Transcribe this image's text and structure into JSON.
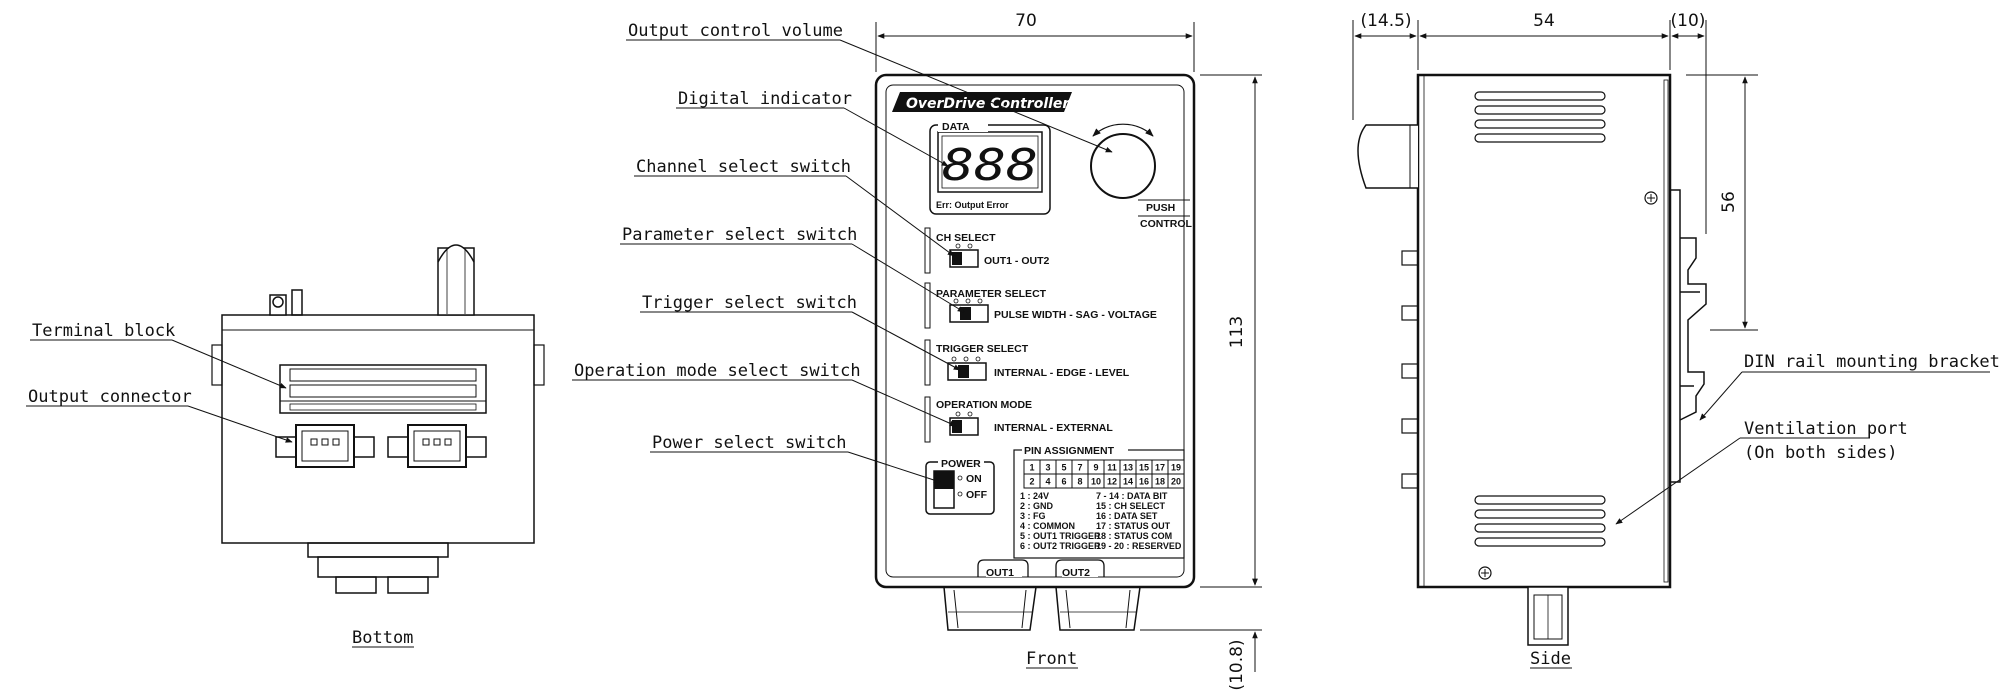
{
  "views": {
    "bottom": "Bottom",
    "front": "Front",
    "side": "Side"
  },
  "callouts": {
    "terminal_block": "Terminal block",
    "output_connector": "Output connector",
    "output_control_volume": "Output control volume",
    "digital_indicator": "Digital indicator",
    "channel_select_switch": "Channel select switch",
    "parameter_select_switch": "Parameter select switch",
    "trigger_select_switch": "Trigger select switch",
    "operation_mode_select_switch": "Operation mode select switch",
    "power_select_switch": "Power select switch",
    "din_rail_bracket": "DIN rail mounting bracket",
    "ventilation_port": "Ventilation port",
    "ventilation_port_note": "(On both sides)"
  },
  "dimensions": {
    "front_width": "70",
    "front_height": "113",
    "front_bottom": "(10.8)",
    "side_left": "(14.5)",
    "side_width": "54",
    "side_right": "(10)",
    "side_bracket": "56"
  },
  "panel": {
    "brand": "OverDrive Controller",
    "data_label": "DATA",
    "display_digits": "888",
    "error_note": "Err: Output Error",
    "push_label": "PUSH",
    "control_label": "CONTROL",
    "ch_select_title": "CH SELECT",
    "ch_select_options": "OUT1 - OUT2",
    "parameter_select_title": "PARAMETER SELECT",
    "parameter_select_options": "PULSE WIDTH - SAG - VOLTAGE",
    "trigger_select_title": "TRIGGER SELECT",
    "trigger_select_options": "INTERNAL - EDGE - LEVEL",
    "operation_mode_title": "OPERATION MODE",
    "operation_mode_options": "INTERNAL - EXTERNAL",
    "power_title": "POWER",
    "power_on": "ON",
    "power_off": "OFF",
    "out1": "OUT1",
    "out2": "OUT2",
    "pin_assignment_title": "PIN ASSIGNMENT",
    "pin_row_top": [
      "1",
      "3",
      "5",
      "7",
      "9",
      "11",
      "13",
      "15",
      "17",
      "19"
    ],
    "pin_row_bottom": [
      "2",
      "4",
      "6",
      "8",
      "10",
      "12",
      "14",
      "16",
      "18",
      "20"
    ],
    "pin_legend_left": [
      "1 : 24V",
      "2 : GND",
      "3 : FG",
      "4 : COMMON",
      "5 : OUT1 TRIGGER",
      "6 : OUT2 TRIGGER"
    ],
    "pin_legend_right": [
      "7 - 14 : DATA BIT",
      "15 : CH SELECT",
      "16 : DATA SET",
      "17 : STATUS OUT",
      "18 : STATUS COM",
      "19 - 20 : RESERVED"
    ]
  }
}
